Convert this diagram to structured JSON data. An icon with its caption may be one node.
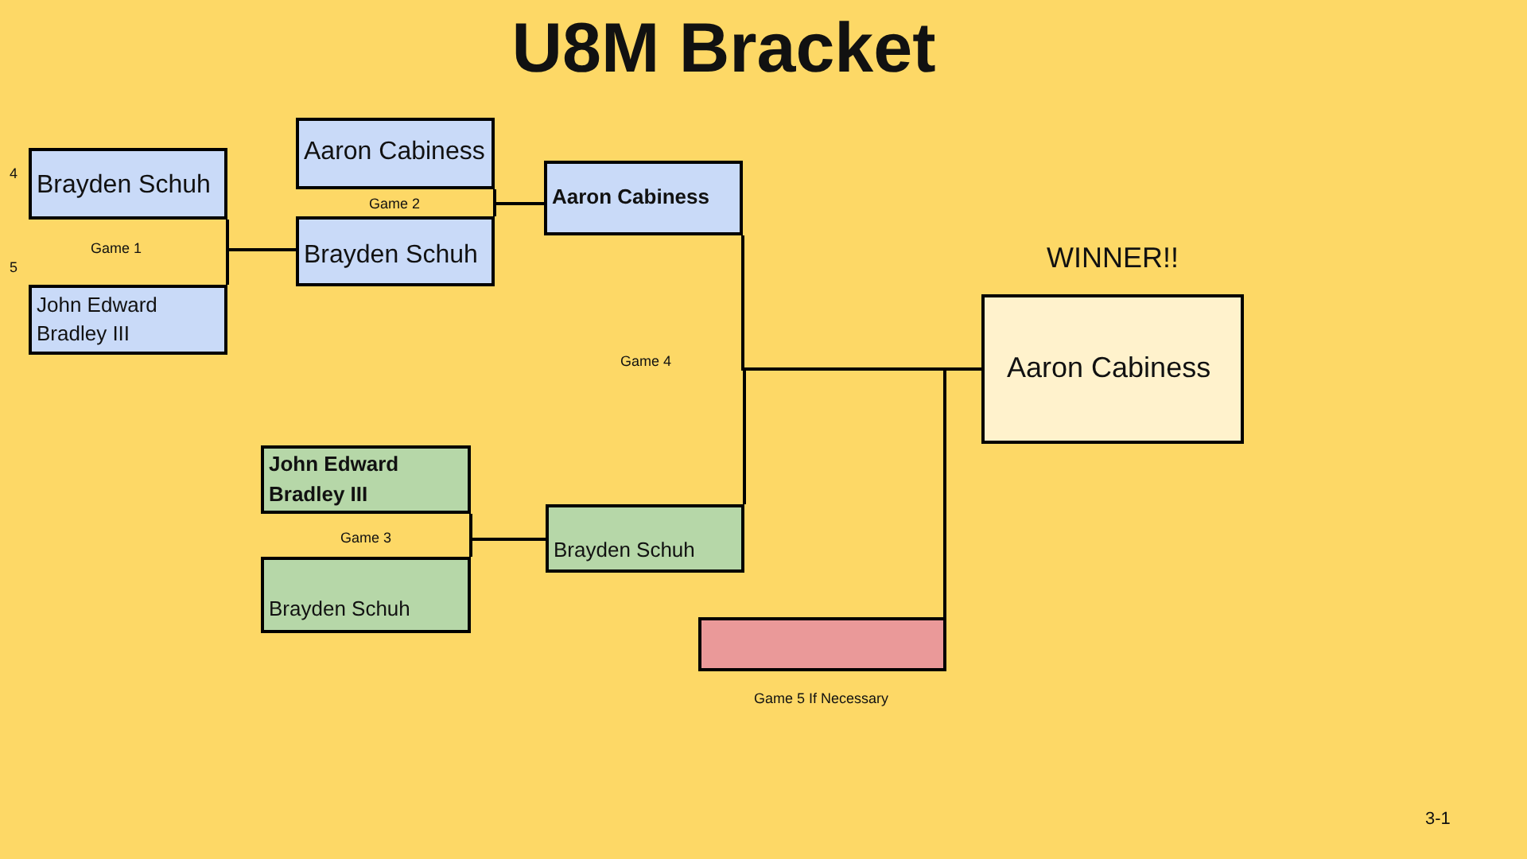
{
  "diagram": {
    "title": "U8M Bracket",
    "nodes": [
      {
        "text": [
          "Brayden Schuh"
        ],
        "beside": [
          "4"
        ]
      },
      {
        "text": [
          "John Edward Bradley III"
        ],
        "beside": [
          "5"
        ]
      },
      {
        "text": [
          "Aaron Cabiness"
        ]
      },
      {
        "text": [
          "Brayden Schuh"
        ]
      },
      {
        "text": [
          "Aaron Cabiness"
        ]
      },
      {
        "text": [
          "John Edward Bradley III"
        ]
      },
      {
        "text": [
          "Brayden Schuh"
        ]
      },
      {
        "text": [
          "Brayden Schuh"
        ]
      },
      {
        "text": [
          "Aaron Cabiness"
        ],
        "beside": [
          "WINNER!!"
        ]
      },
      {
        "text": [],
        "shape": "box"
      }
    ],
    "edges": [
      {
        "from": 0,
        "to": 3,
        "arrow": "none"
      },
      {
        "from": 1,
        "to": 3,
        "arrow": "none"
      },
      {
        "from": 2,
        "to": 4,
        "arrow": "none"
      },
      {
        "from": 3,
        "to": 4,
        "arrow": "none"
      },
      {
        "from": 4,
        "to": 8,
        "arrow": "none"
      },
      {
        "from": 7,
        "to": 8,
        "arrow": "none"
      },
      {
        "from": 9,
        "to": 8,
        "arrow": "none"
      },
      {
        "from": 5,
        "to": 7,
        "arrow": "none"
      },
      {
        "from": 6,
        "to": 7,
        "arrow": "none"
      }
    ],
    "labels": [
      "Game 2",
      "Game 1",
      "Game 4",
      "Game 3",
      "Game 5 If Necessary",
      "3-1"
    ]
  }
}
